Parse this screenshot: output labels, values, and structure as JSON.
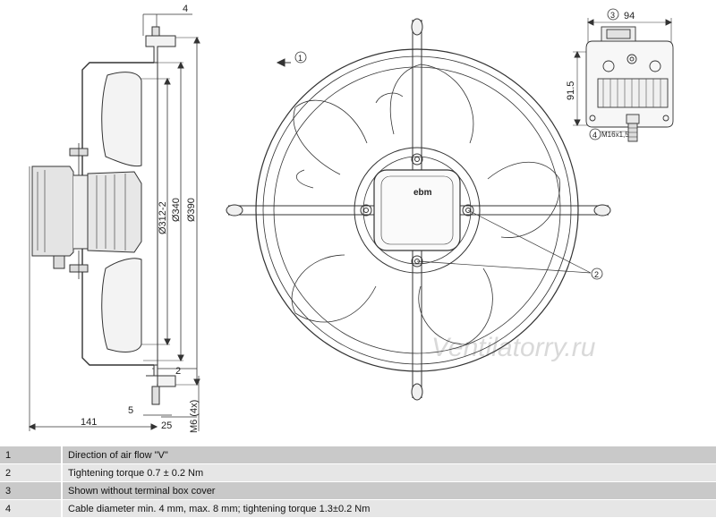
{
  "dimensions": {
    "top_offset": "4",
    "dia_312": "Ø312-2",
    "dia_340": "Ø340",
    "dia_390": "Ø390",
    "offset_2": "2",
    "depth_141": "141",
    "offset_5": "5",
    "offset_25": "25",
    "thread": "M6 (4x)",
    "box_width": "94",
    "box_height": "91.5",
    "gland_thread": "M16x1,5"
  },
  "callouts": {
    "c1": "1",
    "c2": "2",
    "c3": "3",
    "c4": "4"
  },
  "logo": "ebm",
  "watermark": "Ventilatorry.ru",
  "legend": [
    {
      "num": "1",
      "text": "Direction of air flow \"V\""
    },
    {
      "num": "2",
      "text": "Tightening torque 0.7 ± 0.2 Nm"
    },
    {
      "num": "3",
      "text": "Shown without terminal box cover"
    },
    {
      "num": "4",
      "text": "Cable diameter min. 4 mm, max. 8 mm; tightening torque 1.3±0.2 Nm"
    }
  ]
}
